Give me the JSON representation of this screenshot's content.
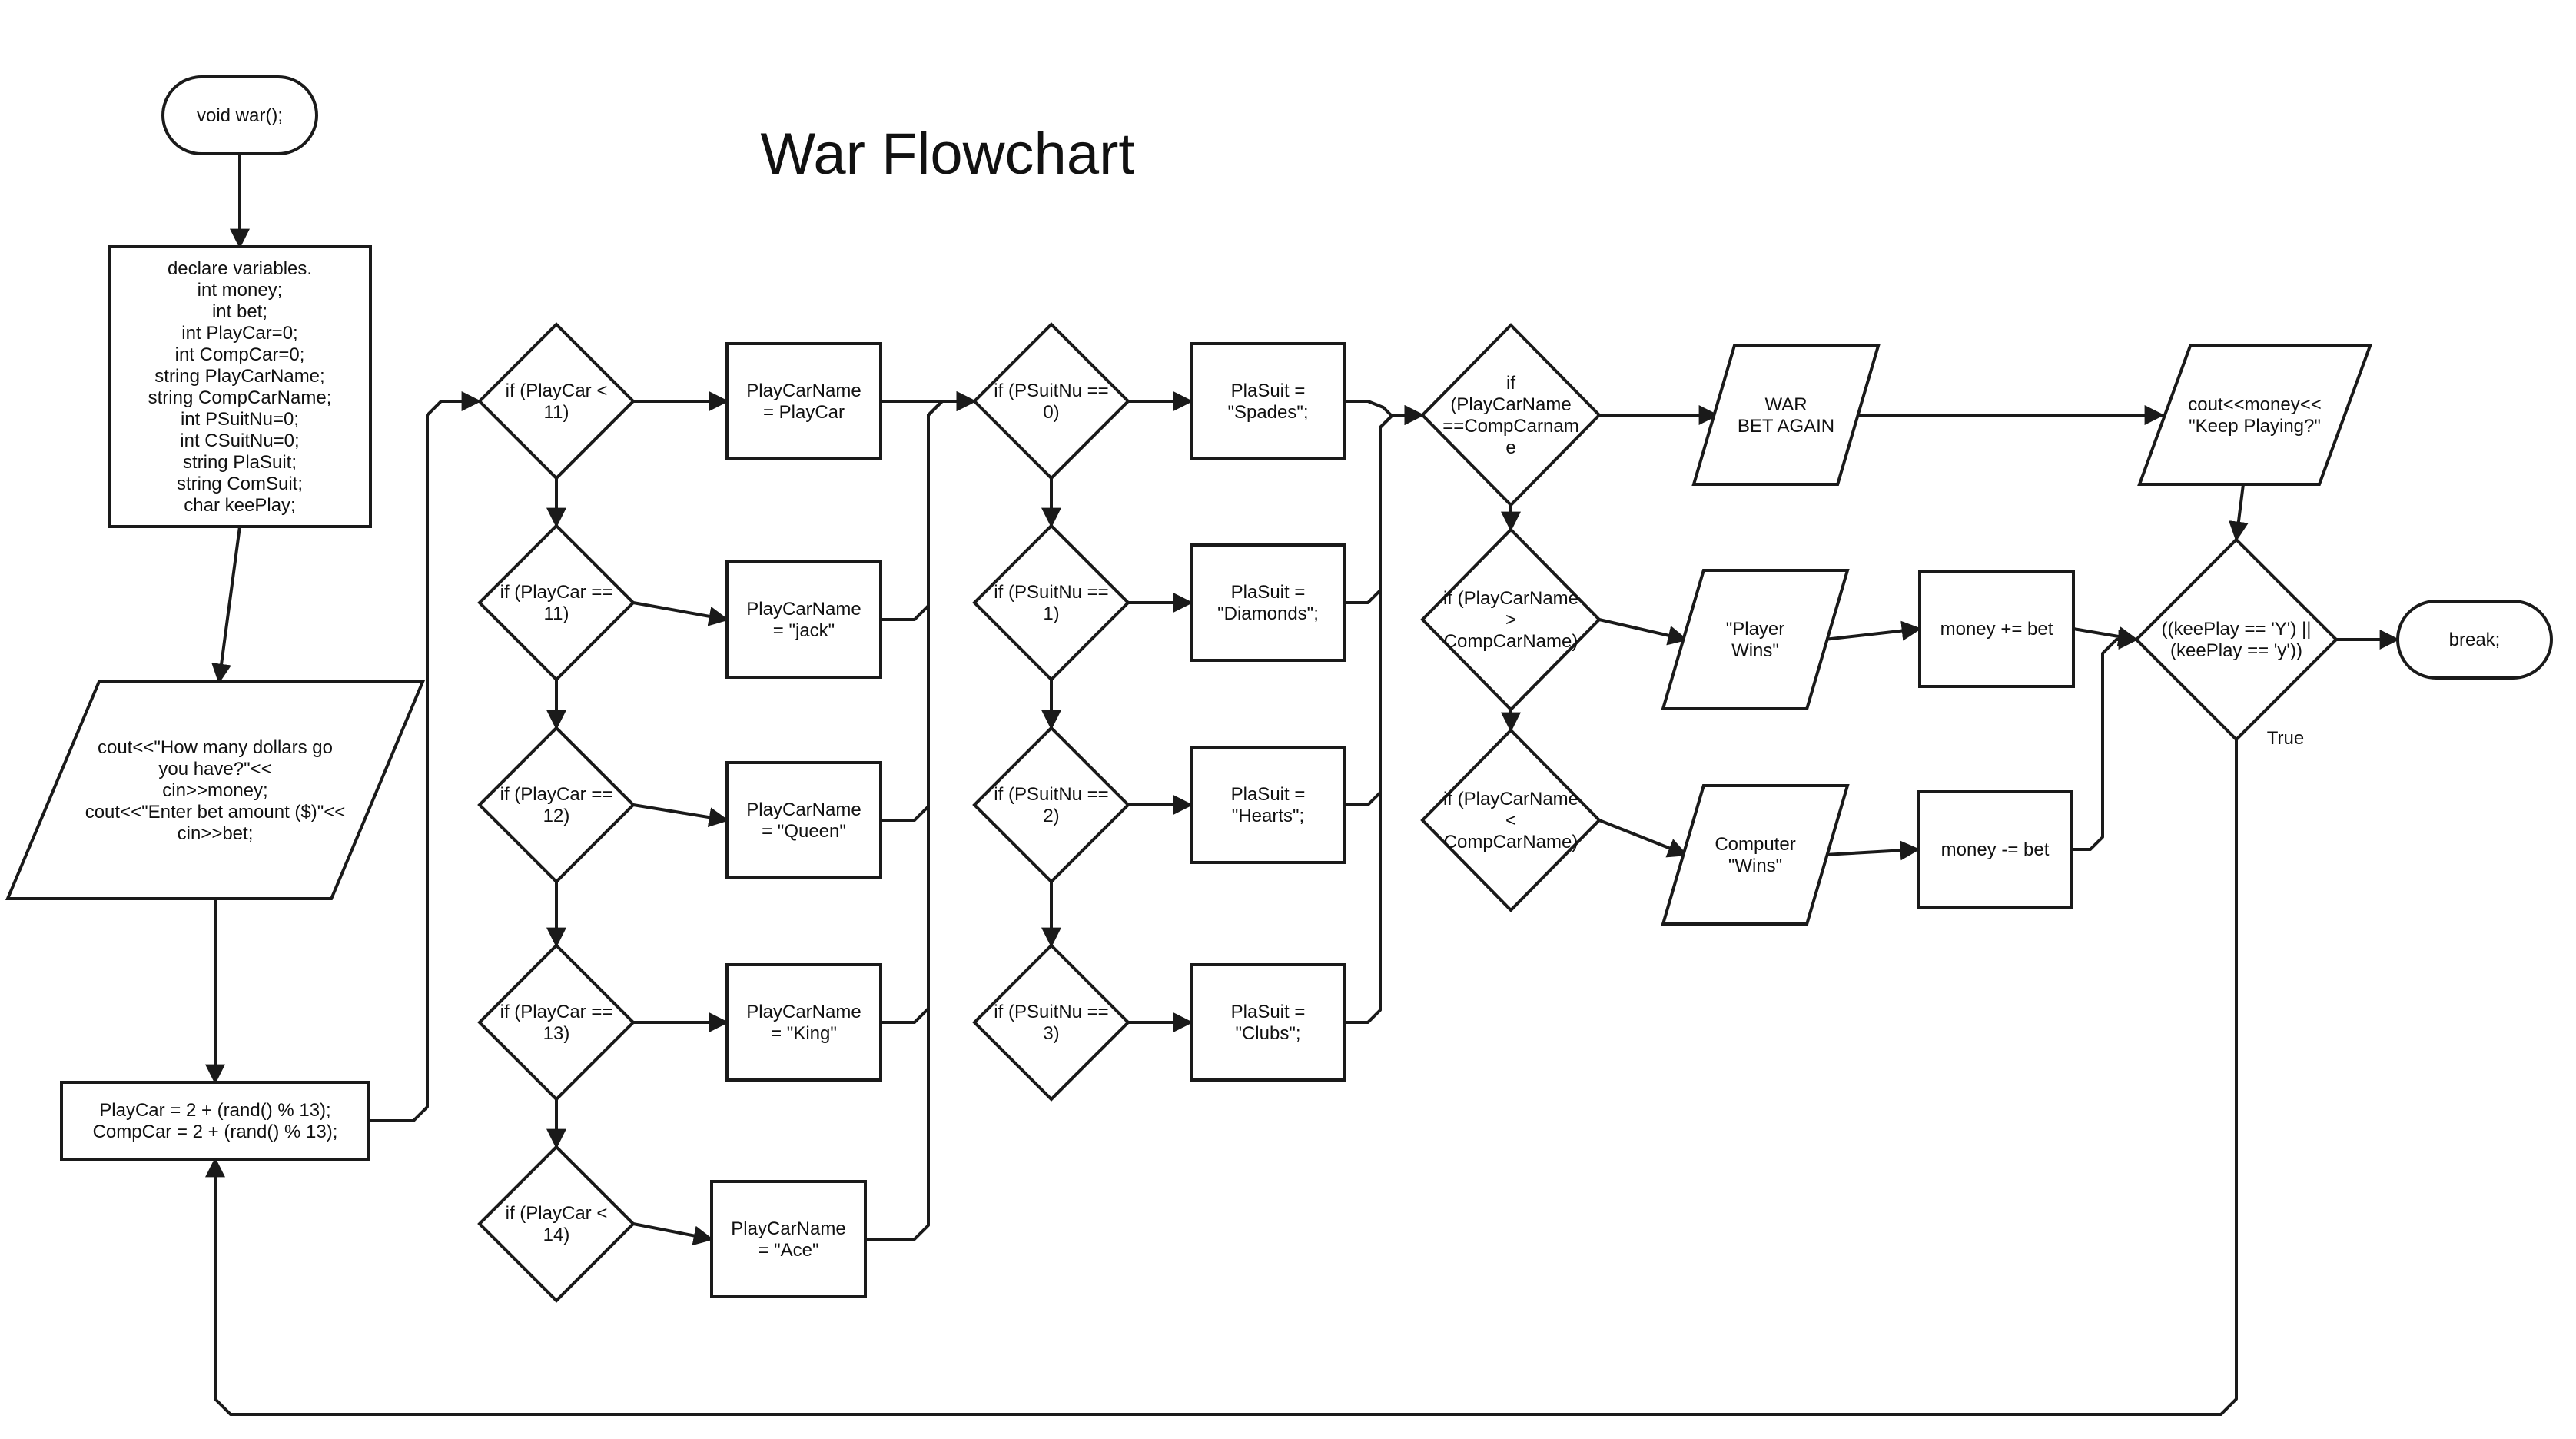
{
  "title": "War Flowchart",
  "nodes": {
    "start": {
      "shape": "terminator",
      "lines": [
        "void war();"
      ]
    },
    "declare": {
      "shape": "process",
      "lines": [
        "declare variables.",
        "int money;",
        "int bet;",
        "int PlayCar=0;",
        "int CompCar=0;",
        "string PlayCarName;",
        "string CompCarName;",
        "int PSuitNu=0;",
        "int CSuitNu=0;",
        "string PlaSuit;",
        "string ComSuit;",
        "char keePlay;"
      ]
    },
    "input": {
      "shape": "io",
      "lines": [
        "cout<<\"How many dollars go",
        "you have?\"<<",
        "cin>>money;",
        "cout<<\"Enter bet amount ($)\"<<",
        "cin>>bet;"
      ]
    },
    "rand": {
      "shape": "process",
      "lines": [
        "PlayCar = 2 + (rand() % 13);",
        "CompCar = 2 + (rand() % 13);"
      ]
    },
    "d_pc11": {
      "shape": "decision",
      "lines": [
        "if (PlayCar <",
        "11)"
      ]
    },
    "d_pc11e": {
      "shape": "decision",
      "lines": [
        "if (PlayCar ==",
        "11)"
      ]
    },
    "d_pc12": {
      "shape": "decision",
      "lines": [
        "if (PlayCar ==",
        "12)"
      ]
    },
    "d_pc13": {
      "shape": "decision",
      "lines": [
        "if (PlayCar ==",
        "13)"
      ]
    },
    "d_pc14": {
      "shape": "decision",
      "lines": [
        "if (PlayCar <",
        "14)"
      ]
    },
    "n_pc": {
      "shape": "process",
      "lines": [
        "PlayCarName",
        "= PlayCar"
      ]
    },
    "n_jack": {
      "shape": "process",
      "lines": [
        "PlayCarName",
        "= \"jack\""
      ]
    },
    "n_queen": {
      "shape": "process",
      "lines": [
        "PlayCarName",
        "= \"Queen\""
      ]
    },
    "n_king": {
      "shape": "process",
      "lines": [
        "PlayCarName",
        "= \"King\""
      ]
    },
    "n_ace": {
      "shape": "process",
      "lines": [
        "PlayCarName",
        "= \"Ace\""
      ]
    },
    "d_ps0": {
      "shape": "decision",
      "lines": [
        "if (PSuitNu ==",
        "0)"
      ]
    },
    "d_ps1": {
      "shape": "decision",
      "lines": [
        "if (PSuitNu ==",
        "1)"
      ]
    },
    "d_ps2": {
      "shape": "decision",
      "lines": [
        "if (PSuitNu ==",
        "2)"
      ]
    },
    "d_ps3": {
      "shape": "decision",
      "lines": [
        "if (PSuitNu ==",
        "3)"
      ]
    },
    "s_spades": {
      "shape": "process",
      "lines": [
        "PlaSuit =",
        "\"Spades\";"
      ]
    },
    "s_diamonds": {
      "shape": "process",
      "lines": [
        "PlaSuit =",
        "\"Diamonds\";"
      ]
    },
    "s_hearts": {
      "shape": "process",
      "lines": [
        "PlaSuit =",
        "\"Hearts\";"
      ]
    },
    "s_clubs": {
      "shape": "process",
      "lines": [
        "PlaSuit =",
        "\"Clubs\";"
      ]
    },
    "d_eq": {
      "shape": "decision",
      "lines": [
        "if",
        "(PlayCarName",
        "==CompCarnam",
        "e"
      ]
    },
    "d_gt": {
      "shape": "decision",
      "lines": [
        "if (PlayCarName",
        ">",
        "CompCarName)"
      ]
    },
    "d_lt": {
      "shape": "decision",
      "lines": [
        "if (PlayCarName",
        "<",
        "CompCarName)"
      ]
    },
    "o_war": {
      "shape": "io",
      "lines": [
        "WAR",
        "BET AGAIN"
      ]
    },
    "o_player": {
      "shape": "io",
      "lines": [
        "\"Player",
        "Wins\""
      ]
    },
    "o_comp": {
      "shape": "io",
      "lines": [
        "Computer",
        "\"Wins\""
      ]
    },
    "m_plus": {
      "shape": "process",
      "lines": [
        "money += bet"
      ]
    },
    "m_minus": {
      "shape": "process",
      "lines": [
        "money -= bet"
      ]
    },
    "o_keep": {
      "shape": "io",
      "lines": [
        "cout<<money<<",
        "\"Keep Playing?\""
      ]
    },
    "d_keep": {
      "shape": "decision",
      "lines": [
        "((keePlay == 'Y') ||",
        "(keePlay == 'y'))"
      ]
    },
    "end": {
      "shape": "terminator",
      "lines": [
        "break;"
      ]
    }
  },
  "edges": [
    {
      "from": "start",
      "to": "declare"
    },
    {
      "from": "declare",
      "to": "input"
    },
    {
      "from": "input",
      "to": "rand"
    },
    {
      "from": "rand",
      "to": "d_pc11"
    },
    {
      "from": "d_pc11",
      "to": "n_pc"
    },
    {
      "from": "d_pc11",
      "to": "d_pc11e"
    },
    {
      "from": "d_pc11e",
      "to": "n_jack"
    },
    {
      "from": "d_pc11e",
      "to": "d_pc12"
    },
    {
      "from": "d_pc12",
      "to": "n_queen"
    },
    {
      "from": "d_pc12",
      "to": "d_pc13"
    },
    {
      "from": "d_pc13",
      "to": "n_king"
    },
    {
      "from": "d_pc13",
      "to": "d_pc14"
    },
    {
      "from": "d_pc14",
      "to": "n_ace"
    },
    {
      "from": "n_pc",
      "to": "d_ps0"
    },
    {
      "from": "n_jack",
      "to": "d_ps0"
    },
    {
      "from": "n_queen",
      "to": "d_ps0"
    },
    {
      "from": "n_king",
      "to": "d_ps0"
    },
    {
      "from": "n_ace",
      "to": "d_ps0"
    },
    {
      "from": "d_ps0",
      "to": "s_spades"
    },
    {
      "from": "d_ps0",
      "to": "d_ps1"
    },
    {
      "from": "d_ps1",
      "to": "s_diamonds"
    },
    {
      "from": "d_ps1",
      "to": "d_ps2"
    },
    {
      "from": "d_ps2",
      "to": "s_hearts"
    },
    {
      "from": "d_ps2",
      "to": "d_ps3"
    },
    {
      "from": "d_ps3",
      "to": "s_clubs"
    },
    {
      "from": "s_spades",
      "to": "d_eq"
    },
    {
      "from": "s_diamonds",
      "to": "d_eq"
    },
    {
      "from": "s_hearts",
      "to": "d_eq"
    },
    {
      "from": "s_clubs",
      "to": "d_eq"
    },
    {
      "from": "d_eq",
      "to": "o_war"
    },
    {
      "from": "d_eq",
      "to": "d_gt"
    },
    {
      "from": "d_gt",
      "to": "o_player"
    },
    {
      "from": "d_gt",
      "to": "d_lt"
    },
    {
      "from": "d_lt",
      "to": "o_comp"
    },
    {
      "from": "o_war",
      "to": "o_keep"
    },
    {
      "from": "o_player",
      "to": "m_plus"
    },
    {
      "from": "o_comp",
      "to": "m_minus"
    },
    {
      "from": "m_plus",
      "to": "d_keep"
    },
    {
      "from": "m_minus",
      "to": "d_keep"
    },
    {
      "from": "o_keep",
      "to": "d_keep"
    },
    {
      "from": "d_keep",
      "to": "end"
    },
    {
      "from": "d_keep",
      "to": "rand",
      "label": "True"
    }
  ]
}
